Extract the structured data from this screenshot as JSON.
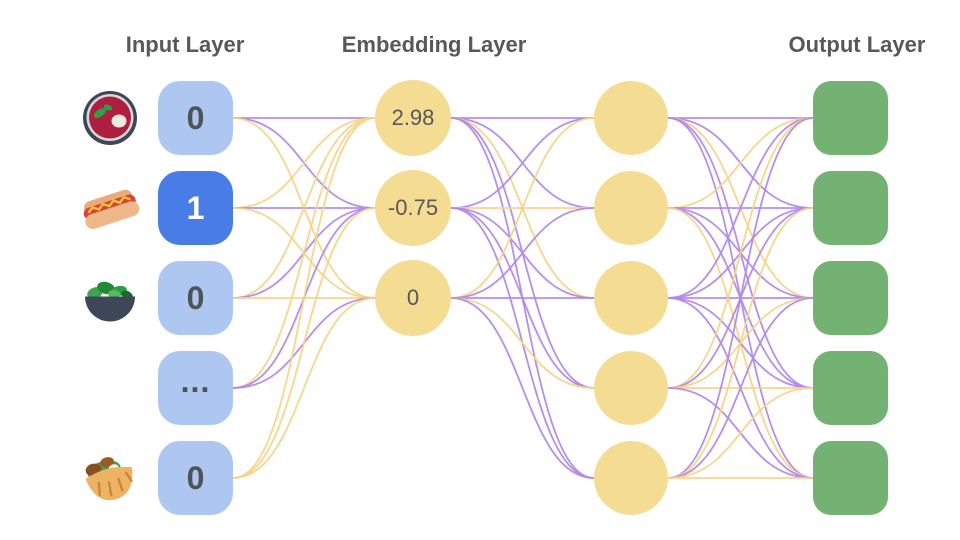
{
  "titles": {
    "input": "Input Layer",
    "embedding": "Embedding Layer",
    "output": "Output Layer"
  },
  "input_nodes": [
    {
      "icon": "soup-bowl",
      "value": "0",
      "active": false
    },
    {
      "icon": "hot-dog",
      "value": "1",
      "active": true
    },
    {
      "icon": "salad",
      "value": "0",
      "active": false
    },
    {
      "icon": null,
      "value": "...",
      "active": false
    },
    {
      "icon": "pita",
      "value": "0",
      "active": false
    }
  ],
  "embedding_nodes": [
    {
      "value": "2.98"
    },
    {
      "value": "-0.75"
    },
    {
      "value": "0"
    }
  ],
  "hidden_node_count": 5,
  "output_node_count": 5,
  "colors": {
    "active_input": "#4a7ce6",
    "inactive_input": "#adc7f1",
    "embedding_fill": "#f5dc93",
    "output_fill": "#74b274",
    "edge_purple": "#b289e8",
    "edge_yellow": "#f8d387",
    "title_text": "#58585b",
    "value_text": "#4f5357"
  },
  "edges": {
    "input_to_embedding": [
      [
        "purple",
        "purple",
        "yellow"
      ],
      [
        "yellow",
        "purple",
        "yellow"
      ],
      [
        "yellow",
        "purple",
        "yellow"
      ],
      [
        "yellow",
        "purple",
        "purple"
      ],
      [
        "yellow",
        "yellow",
        "yellow"
      ]
    ],
    "embedding_to_hidden": [
      [
        "purple",
        "purple",
        "yellow",
        "purple",
        "purple"
      ],
      [
        "purple",
        "yellow",
        "purple",
        "purple",
        "purple"
      ],
      [
        "yellow",
        "purple",
        "purple",
        "yellow",
        "purple"
      ]
    ],
    "hidden_to_output": [
      [
        "purple",
        "purple",
        "yellow",
        "purple",
        "purple"
      ],
      [
        "yellow",
        "purple",
        "purple",
        "purple",
        "yellow"
      ],
      [
        "purple",
        "purple",
        "purple",
        "purple",
        "purple"
      ],
      [
        "yellow",
        "purple",
        "yellow",
        "yellow",
        "purple"
      ],
      [
        "purple",
        "yellow",
        "purple",
        "yellow",
        "yellow"
      ]
    ]
  }
}
